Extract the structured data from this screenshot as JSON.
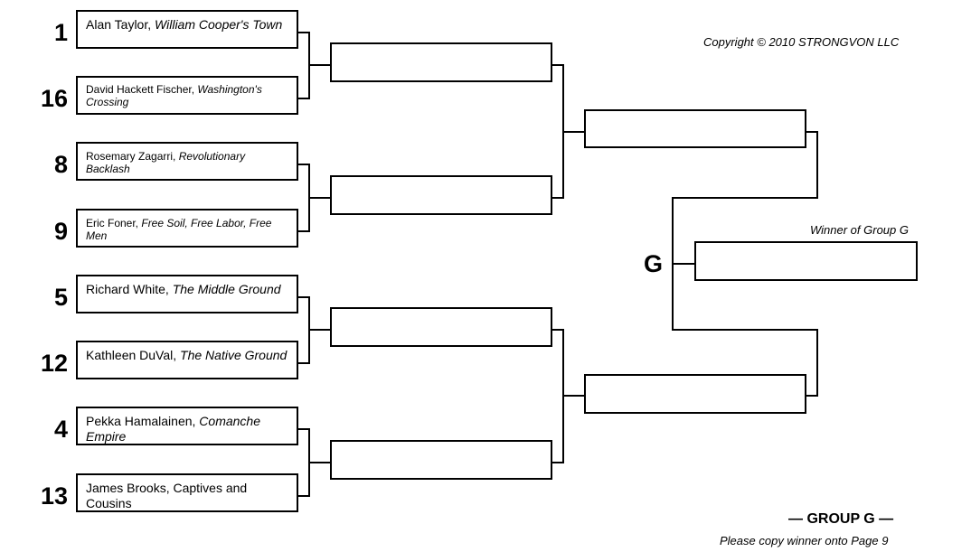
{
  "copyright": "Copyright © 2010 STRONGVON LLC",
  "region_letter": "G",
  "winner_label": "Winner of Group G",
  "group_label": "— GROUP G —",
  "footer_note": "Please copy winner onto Page 9",
  "entries": [
    {
      "seed": "1",
      "author": "Alan Taylor, ",
      "book": "William Cooper's Town",
      "size": "lg"
    },
    {
      "seed": "16",
      "author": "David Hackett Fischer, ",
      "book": "Washington's Crossing",
      "size": "sm"
    },
    {
      "seed": "8",
      "author": "Rosemary Zagarri, ",
      "book": "Revolutionary Backlash",
      "size": "sm"
    },
    {
      "seed": "9",
      "author": "Eric Foner, ",
      "book": "Free Soil, Free Labor, Free Men",
      "size": "sm"
    },
    {
      "seed": "5",
      "author": "Richard White, ",
      "book": "The Middle Ground",
      "size": "lg"
    },
    {
      "seed": "12",
      "author": "Kathleen DuVal, ",
      "book": "The Native Ground",
      "size": "lg"
    },
    {
      "seed": "4",
      "author": "Pekka Hamalainen, ",
      "book": "Comanche Empire",
      "size": "lg"
    },
    {
      "seed": "13",
      "author": "James Brooks, Captives and Cousins",
      "book": "",
      "size": "lg"
    }
  ]
}
